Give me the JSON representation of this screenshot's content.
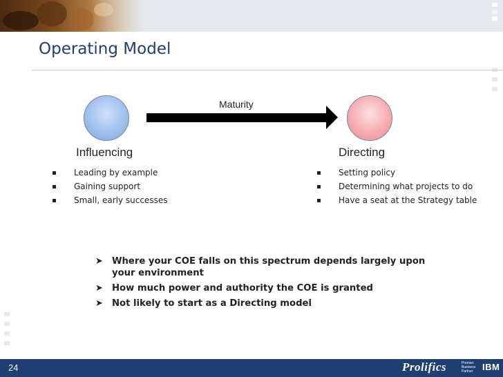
{
  "slide": {
    "title": "Operating Model",
    "page_number": "24"
  },
  "diagram": {
    "arrow_label": "Maturity",
    "left_label": "Influencing",
    "right_label": "Directing",
    "left_circle_color": "#a8c6f1",
    "right_circle_color": "#f7b6ba"
  },
  "influencing_points": [
    "Leading by example",
    "Gaining support",
    "Small, early successes"
  ],
  "directing_points": [
    "Setting policy",
    "Determining what projects to do",
    "Have a seat at the Strategy table"
  ],
  "summary_points": [
    "Where your COE falls on this spectrum depends largely upon your environment",
    "How much power and authority the COE is granted",
    "Not likely to start as a Directing model"
  ],
  "footer": {
    "logo": "Prolifics",
    "partner_lines": [
      "Premier",
      "Business",
      "Partner"
    ],
    "ibm": "IBM"
  },
  "colors": {
    "title": "#1f3f73",
    "footer": "#1f3f73",
    "arrow": "#000000"
  },
  "icons": {
    "bullet": "square-bullet-icon",
    "summary_bullet": "arrow-bullet-icon"
  }
}
